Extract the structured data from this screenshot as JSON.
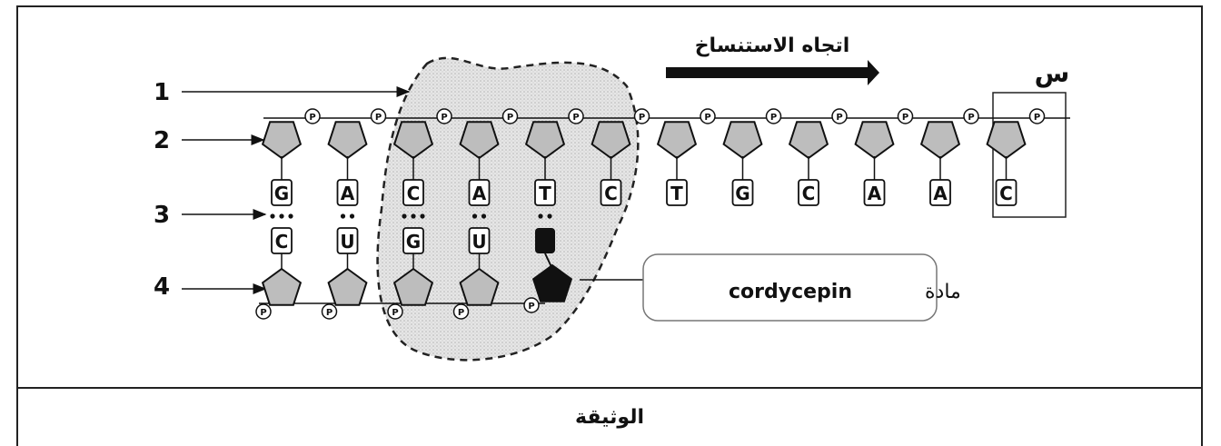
{
  "direction_label": "اتجاه الاستنساخ",
  "x_label": "س",
  "markers": [
    "1",
    "2",
    "3",
    "4"
  ],
  "phosphate_label": "P",
  "dna_bases": [
    "G",
    "A",
    "C",
    "A",
    "T",
    "C",
    "T",
    "G",
    "C",
    "A",
    "A",
    "C"
  ],
  "rna_bases": [
    "C",
    "U",
    "G",
    "U"
  ],
  "callout": {
    "arabic": "مادة",
    "latin": "cordycepin"
  },
  "caption": "الوثيقة"
}
